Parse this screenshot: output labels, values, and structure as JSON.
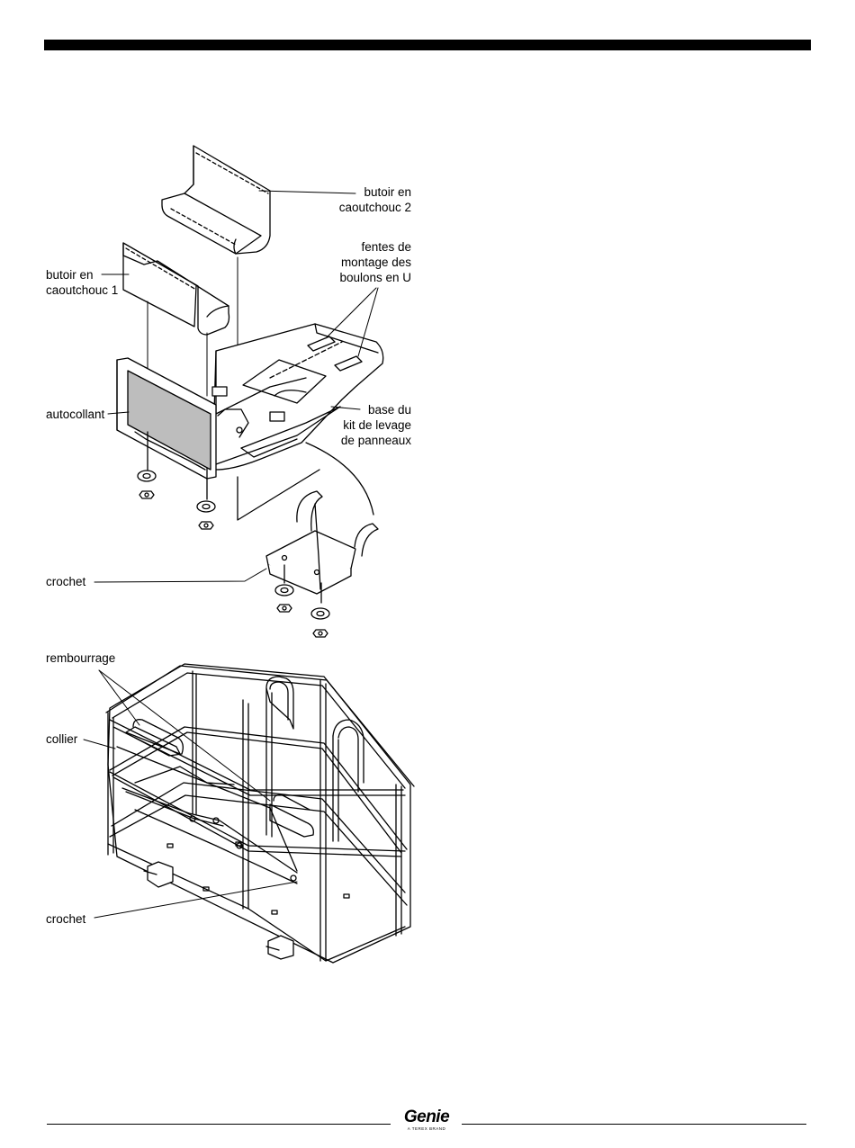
{
  "labels": {
    "rubber_bumper_2": [
      "butoir en",
      "caoutchouc 2"
    ],
    "rubber_bumper_1": [
      "butoir en",
      "caoutchouc 1"
    ],
    "ubolt_slots": [
      "fentes de",
      "montage des",
      "boulons en U"
    ],
    "decal": "autocollant",
    "kit_base": [
      "base du",
      "kit de levage",
      "de panneaux"
    ],
    "hook_top": "crochet",
    "padding": "rembourrage",
    "collar": "collier",
    "hook_bottom": "crochet"
  },
  "footer": {
    "brand": "Genie",
    "brand_sub": "A TEREX BRAND"
  }
}
